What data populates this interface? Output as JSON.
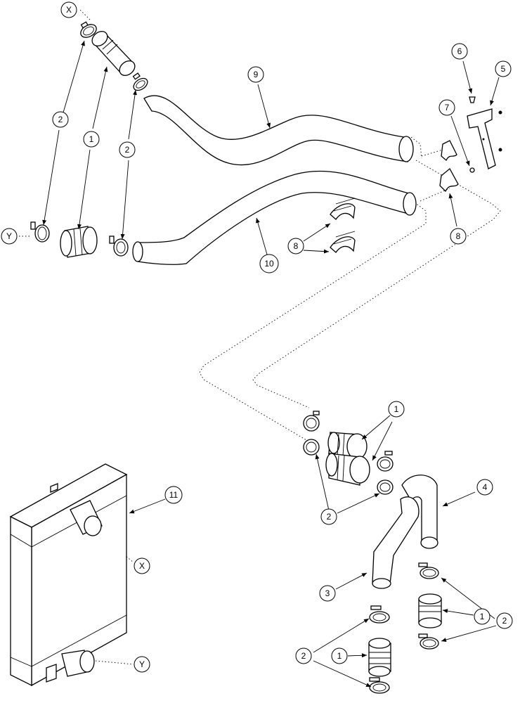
{
  "callouts": {
    "x_top": "X",
    "x_rad": "X",
    "y_left": "Y",
    "y_rad": "Y",
    "c1_top": "1",
    "c2_left": "2",
    "c2_mid": "2",
    "c9": "9",
    "c10": "10",
    "c8_left": "8",
    "c8_right": "8",
    "c6": "6",
    "c5": "5",
    "c7": "7",
    "c1_mid": "1",
    "c2_center": "2",
    "c4": "4",
    "c3": "3",
    "c1_low": "1",
    "c1_bottom": "1",
    "c2_right": "2",
    "c2_bottom": "2",
    "c11": "11"
  }
}
